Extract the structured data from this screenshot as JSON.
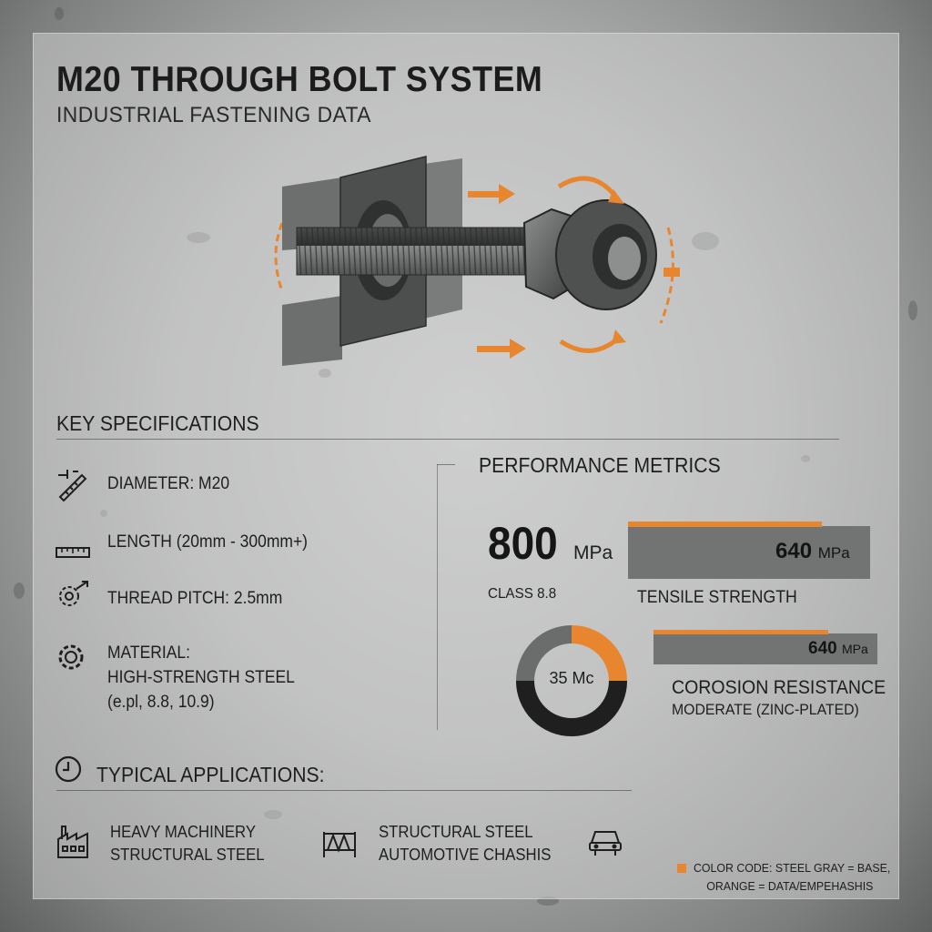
{
  "colors": {
    "accent": "#e8862f",
    "steel": "#727373",
    "dark": "#1e1e1e"
  },
  "header": {
    "title": "M20 THROUGH BOLT SYSTEM",
    "subtitle": "INDUSTRIAL FASTENING DATA"
  },
  "key_specifications": {
    "title": "KEY SPECIFICATIONS",
    "items": [
      {
        "icon": "ruler-icon",
        "lines": [
          "DIAMETER: M20"
        ]
      },
      {
        "icon": "tape-measure-icon",
        "lines": [
          "LENGTH (20mm - 300mm+)"
        ]
      },
      {
        "icon": "gear-wrench-icon",
        "lines": [
          "THREAD PITCH: 2.5mm"
        ]
      },
      {
        "icon": "gear-icon",
        "lines": [
          "MATERIAL:",
          "HIGH-STRENGTH STEEL",
          "(e.pl, 8.8, 10.9)"
        ]
      }
    ]
  },
  "performance": {
    "title": "PERFORMANCE METRICS",
    "headline_value": "800",
    "headline_unit": "MPa",
    "headline_caption": "CLASS 8.8",
    "tensile": {
      "value": "640",
      "unit": "MPa",
      "label": "TENSILE STRENGTH",
      "fill_fraction": 0.8
    },
    "corrosion": {
      "value": "640",
      "unit": "MPa",
      "label": "COROSION RESISTANCE",
      "sublabel": "MODERATE (ZINC-PLATED)",
      "fill_fraction": 0.78
    },
    "donut": {
      "center_label": "35 Mc",
      "orange_fraction": 0.25,
      "dark_fraction": 0.5,
      "gray_fraction": 0.25
    }
  },
  "applications": {
    "title": "TYPICAL APPLICATIONS:",
    "items": [
      {
        "icon": "factory-icon",
        "lines": [
          "HEAVY MACHINERY",
          "STRUCTURAL STEEL"
        ]
      },
      {
        "icon": "steel-truss-icon",
        "lines": [
          "STRUCTURAL STEEL",
          "AUTOMOTIVE CHASHIS"
        ]
      },
      {
        "icon": "car-icon",
        "lines": []
      }
    ]
  },
  "legend": {
    "line1": "COLOR CODE: STEEL GRAY = BASE,",
    "line2": "ORANGE = DATA/EMPEHASHIS"
  }
}
